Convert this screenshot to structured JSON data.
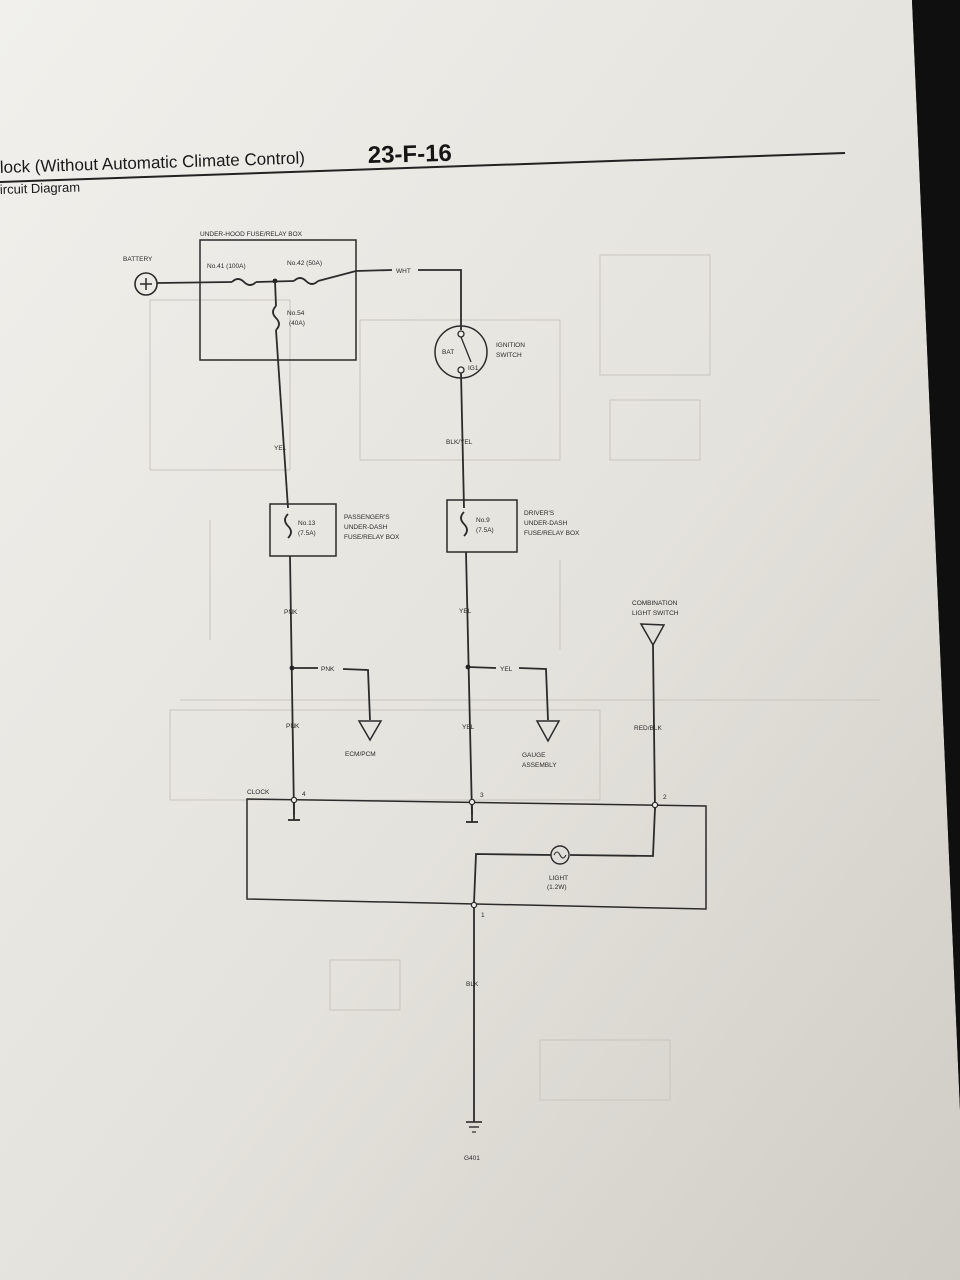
{
  "header": {
    "title": "lock (Without Automatic Climate Control)",
    "code": "23-F-16",
    "subtitle": "ircuit Diagram"
  },
  "diagram": {
    "underhood_box": "UNDER-HOOD FUSE/RELAY BOX",
    "battery": "BATTERY",
    "fuse_41": "No.41 (100A)",
    "fuse_42": "No.42 (50A)",
    "fuse_54_no": "No.54",
    "fuse_54_amp": "(40A)",
    "wire_wht": "WHT",
    "ignition_l1": "IGNITION",
    "ignition_l2": "SWITCH",
    "bat_terminal": "BAT",
    "ig1_terminal": "IG1",
    "wire_yel_1": "YEL",
    "wire_blkyel": "BLK/YEL",
    "fuse_13_no": "No.13",
    "fuse_13_amp": "(7.5A)",
    "passenger_l1": "PASSENGER'S",
    "passenger_l2": "UNDER-DASH",
    "passenger_l3": "FUSE/RELAY BOX",
    "fuse_9_no": "No.9",
    "fuse_9_amp": "(7.5A)",
    "driver_l1": "DRIVER'S",
    "driver_l2": "UNDER-DASH",
    "driver_l3": "FUSE/RELAY BOX",
    "combo_l1": "COMBINATION",
    "combo_l2": "LIGHT SWITCH",
    "wire_pnk_1": "PNK",
    "wire_yel_2": "YEL",
    "wire_pnk_2": "PNK",
    "wire_yel_3": "YEL",
    "wire_pnk_3": "PNK",
    "wire_yel_4": "YEL",
    "wire_redblk": "RED/BLK",
    "ecm": "ECM/PCM",
    "gauge_l1": "GAUGE",
    "gauge_l2": "ASSEMBLY",
    "clock": "CLOCK",
    "pin_4": "4",
    "pin_3": "3",
    "pin_2": "2",
    "pin_1": "1",
    "light_l1": "LIGHT",
    "light_l2": "(1.2W)",
    "wire_blk": "BLK",
    "ground": "G401"
  }
}
